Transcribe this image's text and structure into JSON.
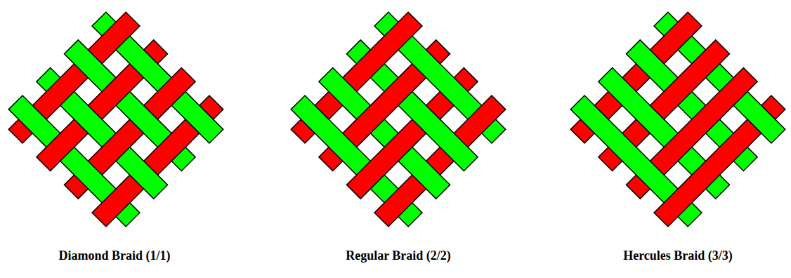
{
  "diagram": {
    "labels": [
      "Diamond Braid (1/1)",
      "Regular Braid (2/2)",
      "Hercules Braid (3/3)"
    ]
  }
}
